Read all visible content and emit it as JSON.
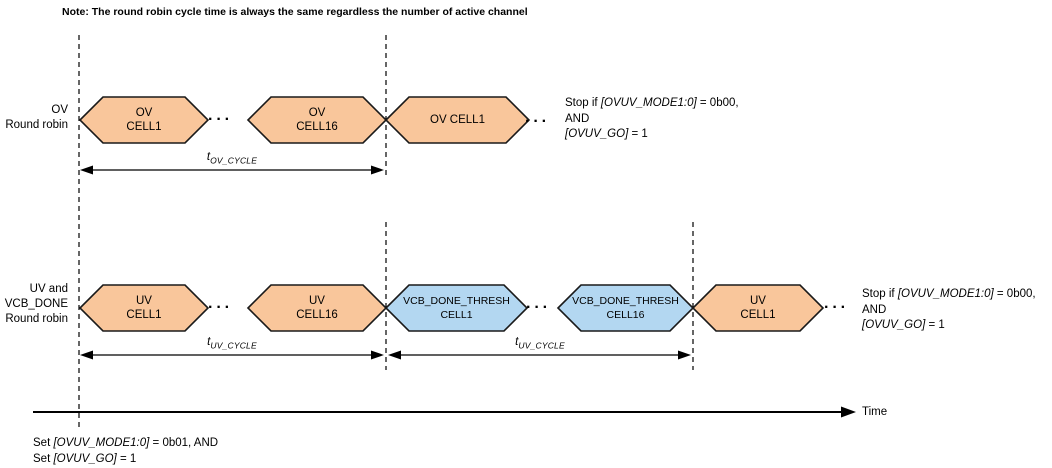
{
  "note": "Note: The round robin cycle time is always the same regardless the number of active channel",
  "colors": {
    "hex_orange_fill": "#F9C69B",
    "hex_blue_fill": "#B3D7F1",
    "hex_stroke": "#1A1A1A"
  },
  "ellipsis": "···",
  "ov_row": {
    "label_line1": "OV",
    "label_line2": "Round robin",
    "hexagons": [
      {
        "line1": "OV",
        "line2": "CELL1"
      },
      {
        "line1": "OV",
        "line2": "CELL16"
      },
      {
        "line1": "OV CELL1"
      }
    ]
  },
  "uv_row": {
    "label_line1": "UV and",
    "label_line2": "VCB_DONE",
    "label_line3": "Round robin",
    "hexagons": [
      {
        "line1": "UV",
        "line2": "CELL1"
      },
      {
        "line1": "UV",
        "line2": "CELL16"
      },
      {
        "line1": "VCB_DONE_THRESH",
        "line2": "CELL1"
      },
      {
        "line1": "VCB_DONE_THRESH",
        "line2": "CELL16"
      },
      {
        "line1": "UV",
        "line2": "CELL1"
      }
    ]
  },
  "t_ov_cycle": {
    "base": "t",
    "sub": "OV_CYCLE"
  },
  "t_uv_cycle": {
    "base": "t",
    "sub": "UV_CYCLE"
  },
  "stop_note": {
    "prefix": "Stop if ",
    "reg1": "[OVUV_MODE1:0]",
    "suffix1": " = 0b00,",
    "line2": "AND",
    "reg2": "[OVUV_GO]",
    "suffix2": " = 1"
  },
  "set_note": {
    "line1_prefix": "Set ",
    "line1_reg": "[OVUV_MODE1:0]",
    "line1_suffix": " = 0b01, AND",
    "line2_prefix": "Set ",
    "line2_reg": "[OVUV_GO]",
    "line2_suffix": " = 1"
  },
  "time_axis": {
    "label": "Time"
  }
}
